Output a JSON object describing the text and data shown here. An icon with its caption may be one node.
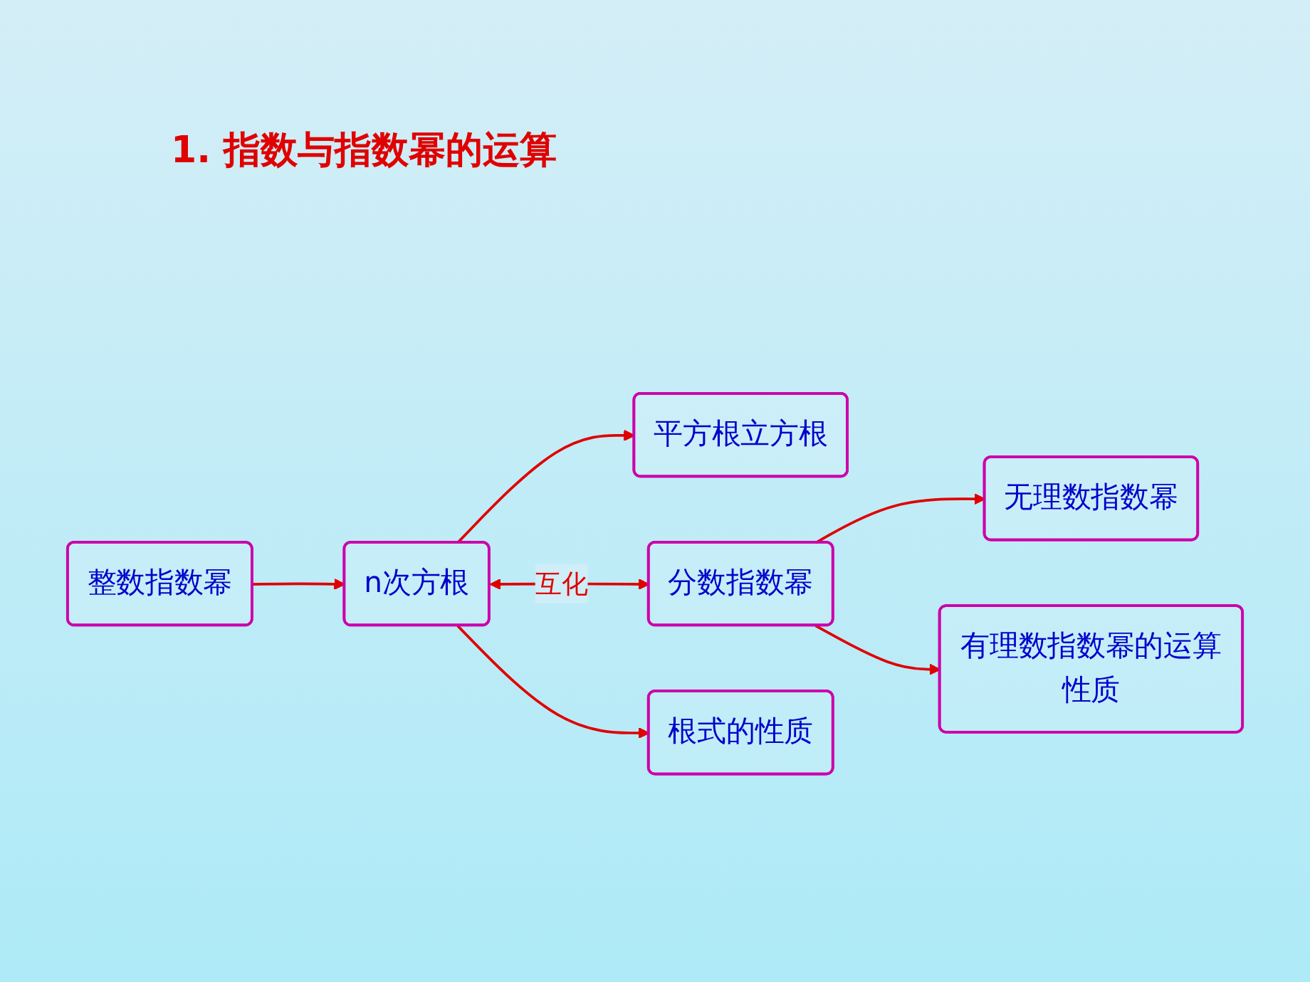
{
  "diagram": {
    "title": "1. 指数与指数幂的运算",
    "nodes": [
      {
        "text": [
          "平方根立方根"
        ]
      },
      {
        "text": [
          "无理数指数幂"
        ]
      },
      {
        "text": [
          "整数指数幂"
        ]
      },
      {
        "text": [
          "n次方根"
        ]
      },
      {
        "text": [
          "分数指数幂"
        ]
      },
      {
        "text": [
          "根式的性质"
        ]
      },
      {
        "text": [
          "有理数指数幂的运算性质"
        ]
      }
    ],
    "edges": [
      {
        "from": 2,
        "to": 3,
        "arrow": "to"
      },
      {
        "from": 3,
        "to": 0,
        "arrow": "to"
      },
      {
        "from": 3,
        "to": 4,
        "arrow": "both",
        "label": "互化"
      },
      {
        "from": 4,
        "to": 1,
        "arrow": "to"
      },
      {
        "from": 3,
        "to": 5,
        "arrow": "to"
      },
      {
        "from": 4,
        "to": 6,
        "arrow": "to"
      }
    ]
  }
}
